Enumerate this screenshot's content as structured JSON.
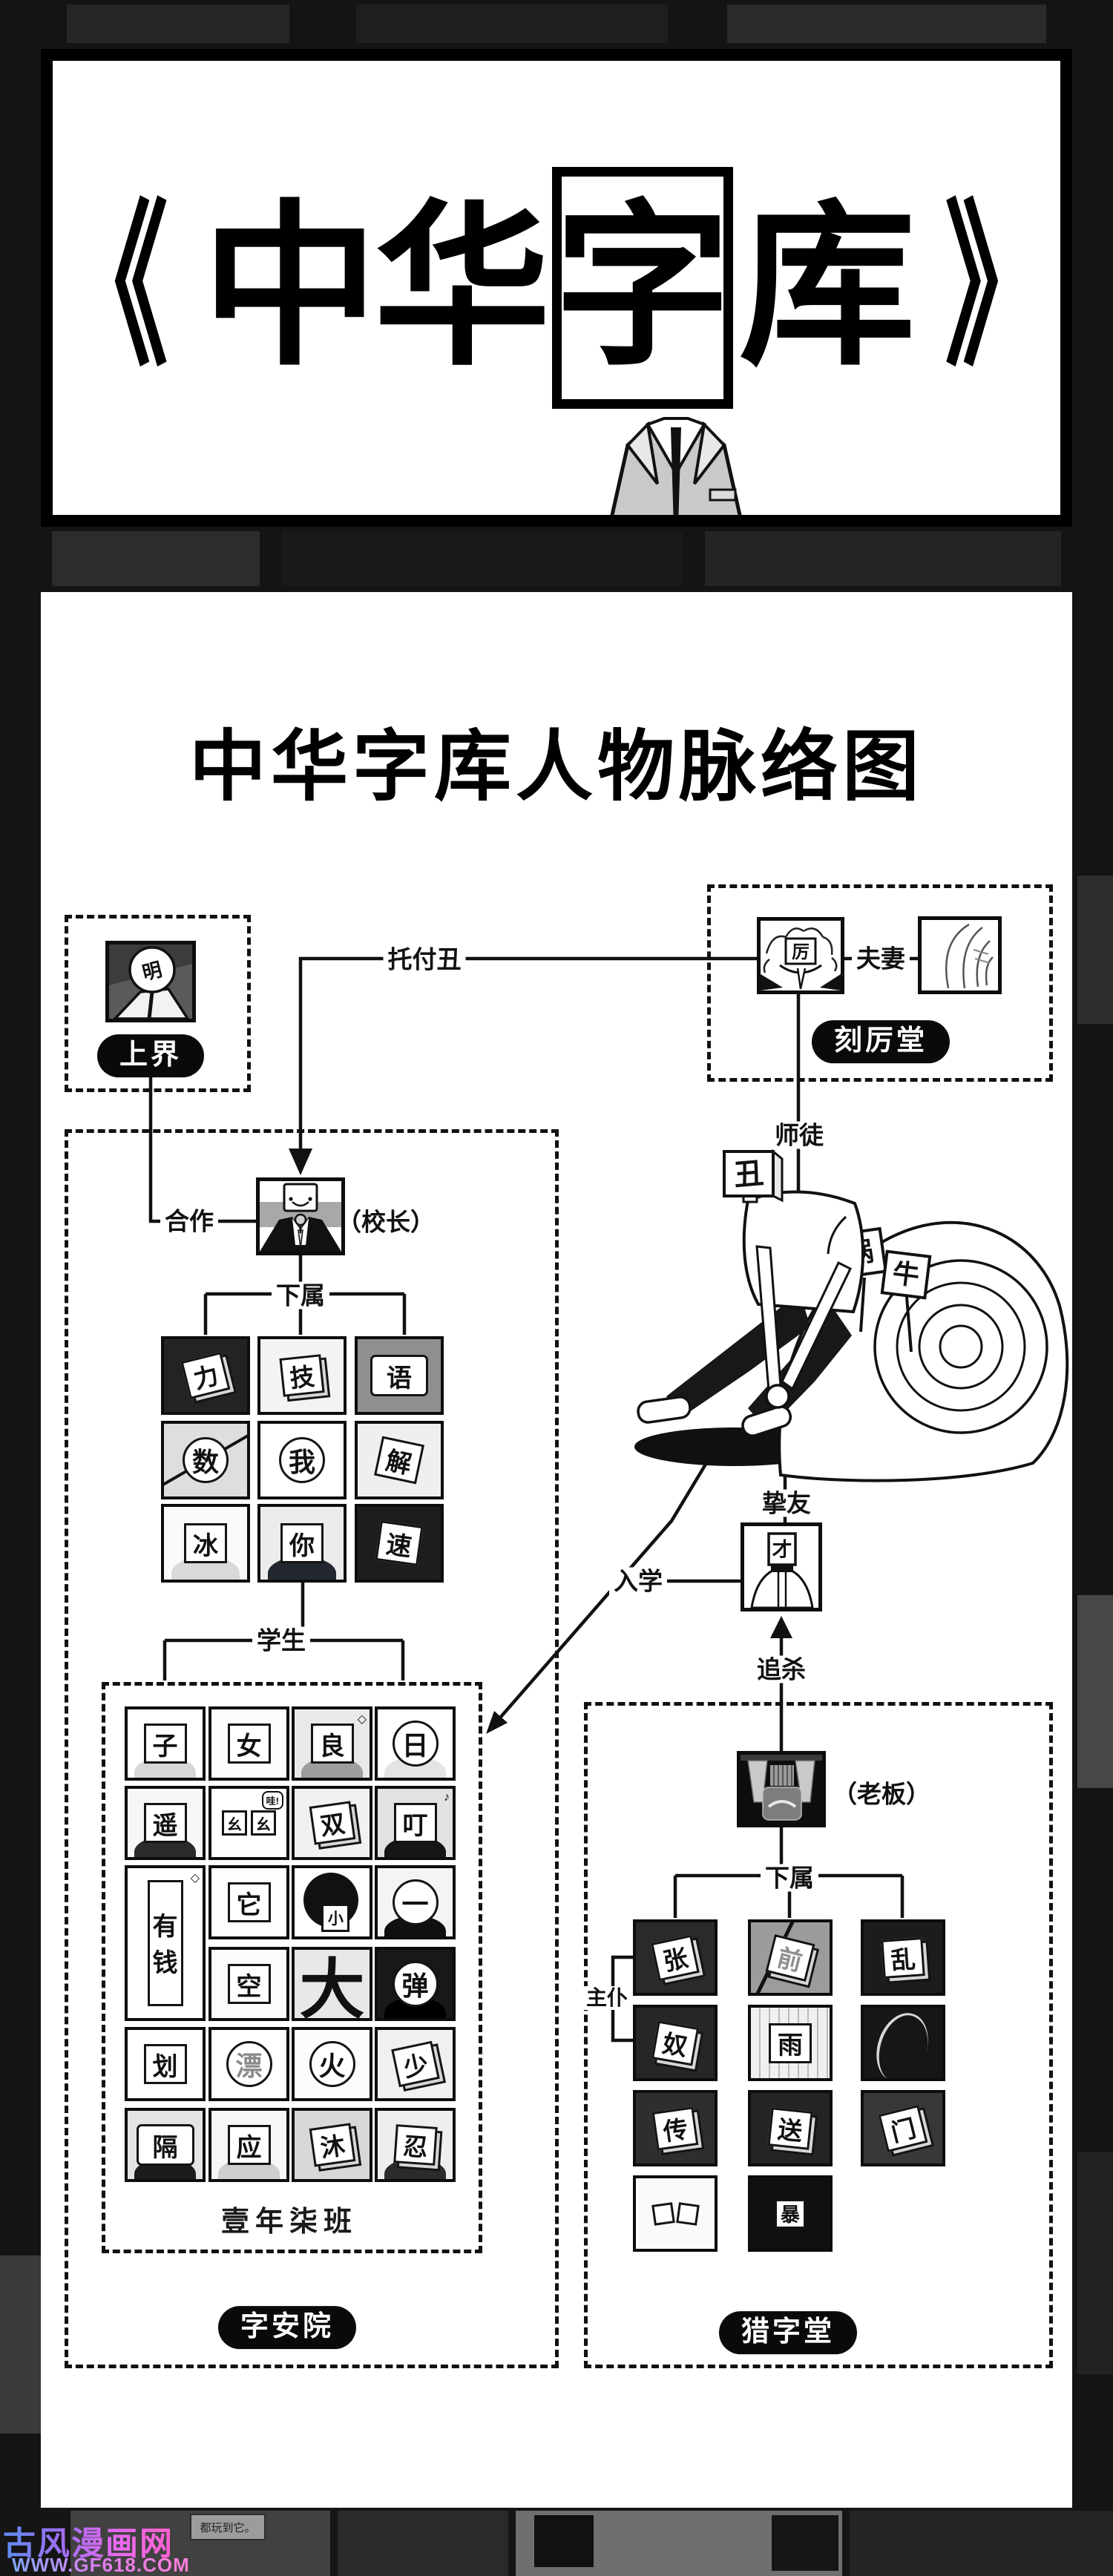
{
  "title": {
    "open": "《",
    "zhong": "中",
    "hua": "华",
    "boxed": "字",
    "ku": "库",
    "close": "》"
  },
  "heading": "中华字库人物脉络图",
  "pills": {
    "upper_realm": "上界",
    "kelitang": "刻厉堂",
    "zianyuan": "字安院",
    "liezitang": "猎字堂"
  },
  "labels": {
    "entrust": "托付丑",
    "couple": "夫妻",
    "master_disciple": "师徒",
    "cooperate": "合作",
    "principal": "（校长）",
    "subordinates_left": "下属",
    "students": "学生",
    "class_name": "壹年柒班",
    "best_friend": "挚友",
    "enroll": "入学",
    "hunt_down": "追杀",
    "boss": "（老板）",
    "subordinates_right": "下属",
    "master_servant": "主仆"
  },
  "portrait_chars": {
    "ming": "明",
    "li": "厉",
    "friend": "才",
    "rider": "丑",
    "snail_sign_1": "蜗",
    "snail_sign_2": "牛"
  },
  "staff_grid": [
    {
      "ch": "力",
      "bg": "#232323",
      "sign": "cube",
      "rot": -14
    },
    {
      "ch": "技",
      "bg": "#f3f3f3",
      "sign": "cube",
      "rot": -6
    },
    {
      "ch": "语",
      "bg": "#8f8f8f",
      "sign": "screen",
      "rot": 0
    },
    {
      "ch": "数",
      "bg": "#dedede",
      "sign": "circle",
      "rot": 0,
      "fx": "slash"
    },
    {
      "ch": "我",
      "bg": "#ffffff",
      "sign": "circle",
      "rot": 0
    },
    {
      "ch": "解",
      "bg": "#efefef",
      "sign": "box",
      "rot": 12
    },
    {
      "ch": "冰",
      "bg": "#fafafa",
      "sign": "box",
      "rot": 0,
      "body": "#d9d9d9"
    },
    {
      "ch": "你",
      "bg": "#ececec",
      "sign": "box",
      "rot": 0,
      "body": "#23272f"
    },
    {
      "ch": "速",
      "bg": "#1d1d1d",
      "sign": "box",
      "rot": 8
    }
  ],
  "student_grid": [
    {
      "ch": "子",
      "bg": "#ffffff",
      "sign": "box",
      "body": "#d7d7d7"
    },
    {
      "ch": "女",
      "bg": "#fcfcfc",
      "sign": "box"
    },
    {
      "ch": "良",
      "bg": "#e9e9e9",
      "sign": "box",
      "note": "◇",
      "body": "#9e9e9e"
    },
    {
      "ch": "日",
      "bg": "#ffffff",
      "sign": "circle",
      "body": "#e4e4e4"
    },
    {
      "ch": "遥",
      "bg": "#f7f7f7",
      "sign": "box",
      "body": "#2a2a2a"
    },
    {
      "ch": "幺",
      "bg": "#ffffff",
      "sign": "pair",
      "note": "哇!"
    },
    {
      "ch": "双",
      "bg": "#f1f1f1",
      "sign": "cube",
      "rot": -8
    },
    {
      "ch": "叮",
      "bg": "#e2e2e2",
      "sign": "box",
      "note": "♪",
      "body": "#161616"
    },
    {
      "ch": "有钱",
      "bg": "#ffffff",
      "sign": "tall",
      "note": "◇"
    },
    {
      "ch": "它",
      "bg": "#fdfdfd",
      "sign": "box"
    },
    {
      "ch": "小",
      "bg": "#ffffff",
      "sign": "blob"
    },
    {
      "ch": "一",
      "bg": "#f4f4f4",
      "sign": "circle",
      "body": "#101010"
    },
    {
      "ch": "空",
      "bg": "#fbfbfb",
      "sign": "box"
    },
    {
      "ch": "大",
      "bg": "#e8e8e8",
      "sign": "plain"
    },
    {
      "ch": "弹",
      "bg": "#181818",
      "sign": "circle",
      "body": "#000000"
    },
    {
      "ch": "划",
      "bg": "#ffffff",
      "sign": "box"
    },
    {
      "ch": "漂",
      "bg": "#ffffff",
      "sign": "circle",
      "chColor": "#8a8a8a"
    },
    {
      "ch": "火",
      "bg": "#fcfcfc",
      "sign": "circle"
    },
    {
      "ch": "少",
      "bg": "#f0f0f0",
      "sign": "cube",
      "rot": -12
    },
    {
      "ch": "隔",
      "bg": "#e4e4e4",
      "sign": "screen",
      "body": "#1c1c1c"
    },
    {
      "ch": "应",
      "bg": "#f6f6f6",
      "sign": "box",
      "body": "#cfcfcf"
    },
    {
      "ch": "沐",
      "bg": "#d8d8d8",
      "sign": "cube",
      "rot": -8
    },
    {
      "ch": "忍",
      "bg": "#eeeeee",
      "sign": "cube",
      "rot": 4,
      "body": "#2b2b2b"
    }
  ],
  "hunt_grid": [
    {
      "ch": "张",
      "bg": "#2a2a2a",
      "sign": "cube",
      "rot": -12
    },
    {
      "ch": "前",
      "bg": "#9c9c9c",
      "sign": "cube",
      "rot": 14,
      "chColor": "#8f8f8f",
      "fx": "spear"
    },
    {
      "ch": "乱",
      "bg": "#1c1c1c",
      "sign": "cube",
      "rot": -4
    },
    {
      "ch": "奴",
      "bg": "#262626",
      "sign": "cube",
      "rot": 10
    },
    {
      "ch": "雨",
      "bg": "#f0f0f0",
      "sign": "box",
      "fx": "lines"
    },
    {
      "ch": "",
      "bg": "#161616",
      "sign": "none",
      "fx": "hair"
    },
    {
      "ch": "传",
      "bg": "#2e2e2e",
      "sign": "cube",
      "rot": -8
    },
    {
      "ch": "送",
      "bg": "#242424",
      "sign": "cube",
      "rot": 6
    },
    {
      "ch": "门",
      "bg": "#383838",
      "sign": "cube",
      "rot": -14
    },
    {
      "ch": "",
      "bg": "#fafafa",
      "sign": "pair2"
    },
    {
      "ch": "暴",
      "bg": "#101010",
      "sign": "smallbox"
    }
  ],
  "watermark": {
    "site": "古风漫画网",
    "url": "WWW.GF618.COM"
  },
  "background": {
    "speech": "都玩到它。"
  },
  "colors": {
    "paper": "#ffffff",
    "ink": "#111111",
    "wm_start": "#5d8df2",
    "wm_end": "#ff5fd0"
  }
}
